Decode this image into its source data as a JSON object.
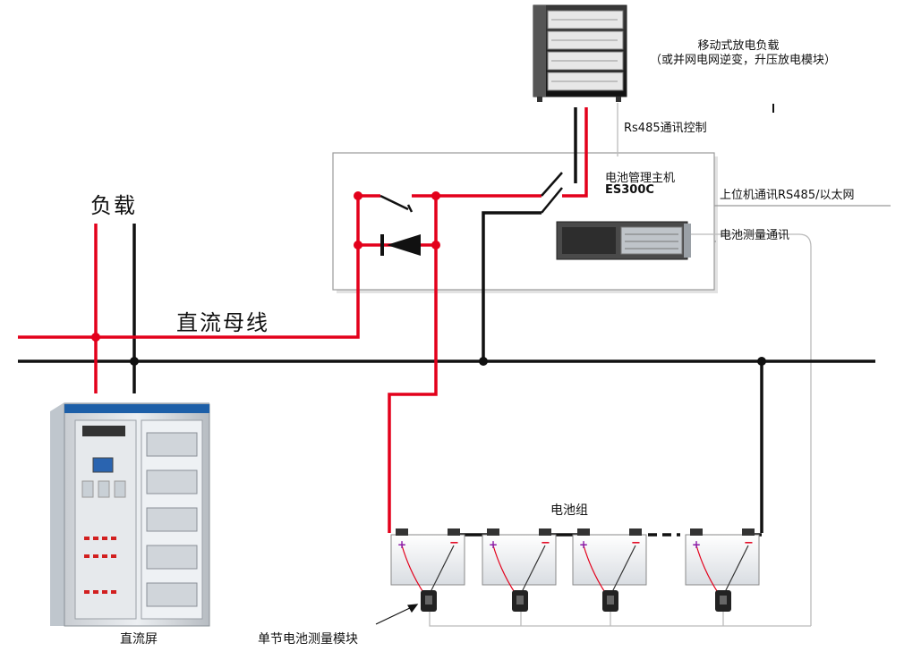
{
  "labels": {
    "load": "负载",
    "dc_bus": "直流母线",
    "dc_panel": "直流屏",
    "discharge_load_line1": "移动式放电负载",
    "discharge_load_line2": "（或并网电网逆变，升压放电模块）",
    "rs485_control": "Rs485通讯控制",
    "bms_host_line1": "电池管理主机",
    "bms_host_model": "ES300C",
    "upper_comm": "上位机通讯RS485/以太网",
    "battery_measure_comm": "电池测量通讯",
    "battery_group": "电池组",
    "cell_module": "单节电池测量模块"
  },
  "battery_terminals": {
    "positive": "+",
    "negative": "−"
  },
  "colors": {
    "positive_line": "#e3001b",
    "negative_line": "#111111",
    "comm_line": "#bbbbbb",
    "box_border": "#9a9a9a"
  },
  "icons": [
    "cabinet-icon",
    "rack-cabinet-icon",
    "server-icon",
    "battery-icon",
    "sensor-module-icon",
    "diode-icon",
    "switch-icon"
  ]
}
